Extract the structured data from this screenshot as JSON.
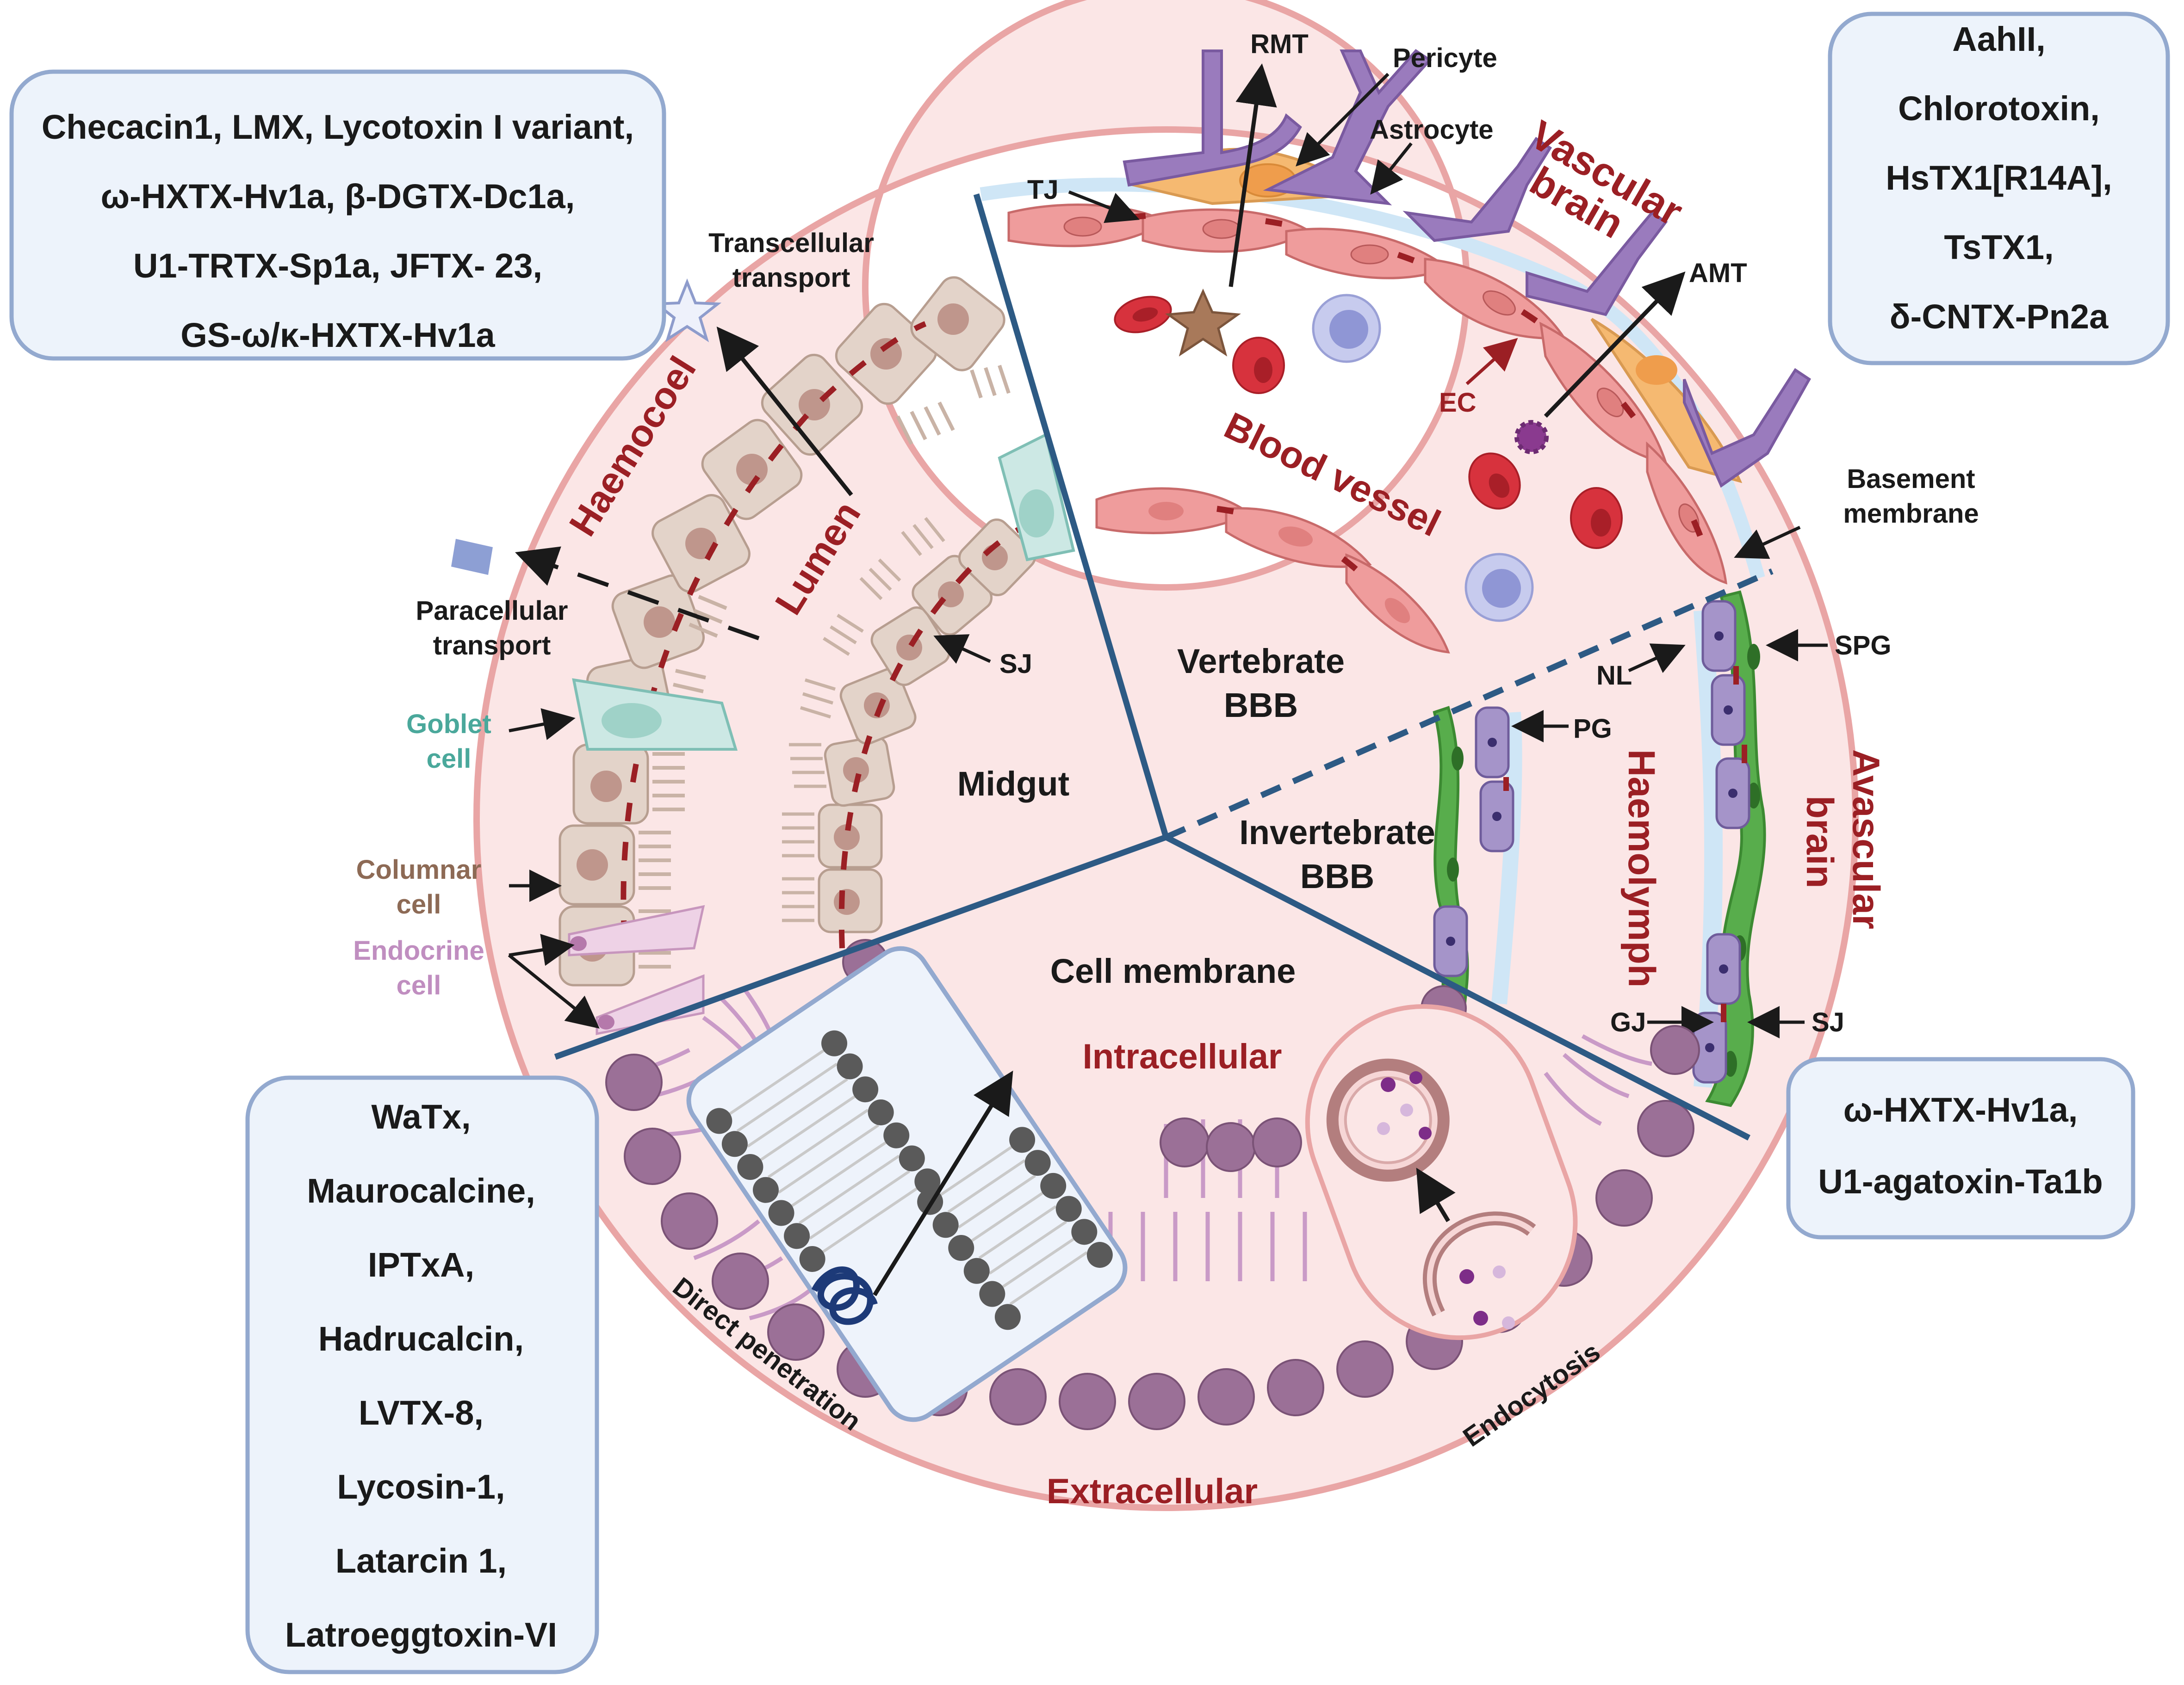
{
  "boxes": {
    "top_left": [
      "Checacin1, LMX, Lycotoxin I variant,",
      "ω-HXTX-Hv1a, β-DGTX-Dc1a,",
      "U1-TRTX-Sp1a, JFTX- 23,",
      "GS-ω/κ-HXTX-Hv1a"
    ],
    "top_right": [
      "AahII,",
      "Chlorotoxin,",
      "HsTX1[R14A],",
      "TsTX1,",
      "δ-CNTX-Pn2a"
    ],
    "bottom_left": [
      "WaTx,",
      "Maurocalcine,",
      "IPTxA,",
      "Hadrucalcin,",
      "LVTX-8,",
      "Lycosin-1,",
      "Latarcin 1,",
      "Latroeggtoxin-VI"
    ],
    "bottom_right": [
      "ω-HXTX-Hv1a,",
      "U1-agatoxin-Ta1b"
    ]
  },
  "sectors": {
    "midgut": "Midgut",
    "vertebrate_bbb": [
      "Vertebrate",
      "BBB"
    ],
    "invertebrate_bbb": [
      "Invertebrate",
      "BBB"
    ],
    "cell_membrane": "Cell membrane"
  },
  "midgut_labels": {
    "haemocoel": "Haemocoel",
    "lumen": "Lumen",
    "transcellular": [
      "Transcellular",
      "transport"
    ],
    "paracellular": [
      "Paracellular",
      "transport"
    ],
    "goblet": [
      "Goblet",
      "cell"
    ],
    "columnar": [
      "Columnar",
      "cell"
    ],
    "endocrine": [
      "Endocrine",
      "cell"
    ],
    "sj": "SJ"
  },
  "vertebrate_labels": {
    "rmt": "RMT",
    "pericyte": "Pericyte",
    "astrocyte": "Astrocyte",
    "tj": "TJ",
    "vascular_brain": [
      "Vascular",
      "brain"
    ],
    "amt": "AMT",
    "ec": "EC",
    "blood_vessel": "Blood vessel",
    "basement_membrane": [
      "Basement",
      "membrane"
    ]
  },
  "invertebrate_labels": {
    "spg": "SPG",
    "nl": "NL",
    "pg": "PG",
    "haemolymph": "Haemolymph",
    "avascular_brain": [
      "Avascular",
      "brain"
    ],
    "gj": "GJ",
    "sj": "SJ"
  },
  "membrane_labels": {
    "intracellular": "Intracellular",
    "extracellular": "Extracellular",
    "direct_penetration": "Direct penetration",
    "endocytosis": "Endocytosis"
  },
  "colors": {
    "ring_fill": "#fbe6e6",
    "ring_border": "#e9a5a5",
    "box_fill": "#edf3fb",
    "box_border": "#93a9cf",
    "divider": "#2d5a84",
    "accent_red": "#9b1f24",
    "columnar": "#e3d3c9",
    "goblet": "#cce8e4",
    "endothelial": "#ef9c9c",
    "glia_green": "#58ad4c",
    "glia_purple": "#a594c9",
    "astrocyte": "#9a7bbd",
    "pericyte": "#f5b971",
    "lipid_head": "#9b7097"
  }
}
